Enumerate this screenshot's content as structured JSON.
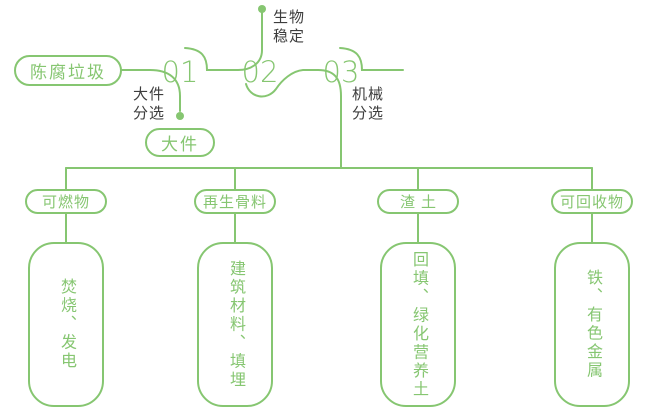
{
  "colors": {
    "green": "#86C671",
    "dark": "#3D3D3D"
  },
  "flow": {
    "source": "陈腐垃圾",
    "steps": [
      {
        "number": "01",
        "label": "大件\n分选",
        "output": "大件"
      },
      {
        "number": "02",
        "label": "生物\n稳定"
      },
      {
        "number": "03",
        "label": "机械\n分选"
      }
    ]
  },
  "branches": [
    {
      "category": "可燃物",
      "result": "焚烧、发电"
    },
    {
      "category": "再生骨料",
      "result": "建筑材料、填埋"
    },
    {
      "category": "渣土",
      "result": "回填、绿化营养土"
    },
    {
      "category": "可回收物",
      "result": "铁、有色金属"
    }
  ]
}
